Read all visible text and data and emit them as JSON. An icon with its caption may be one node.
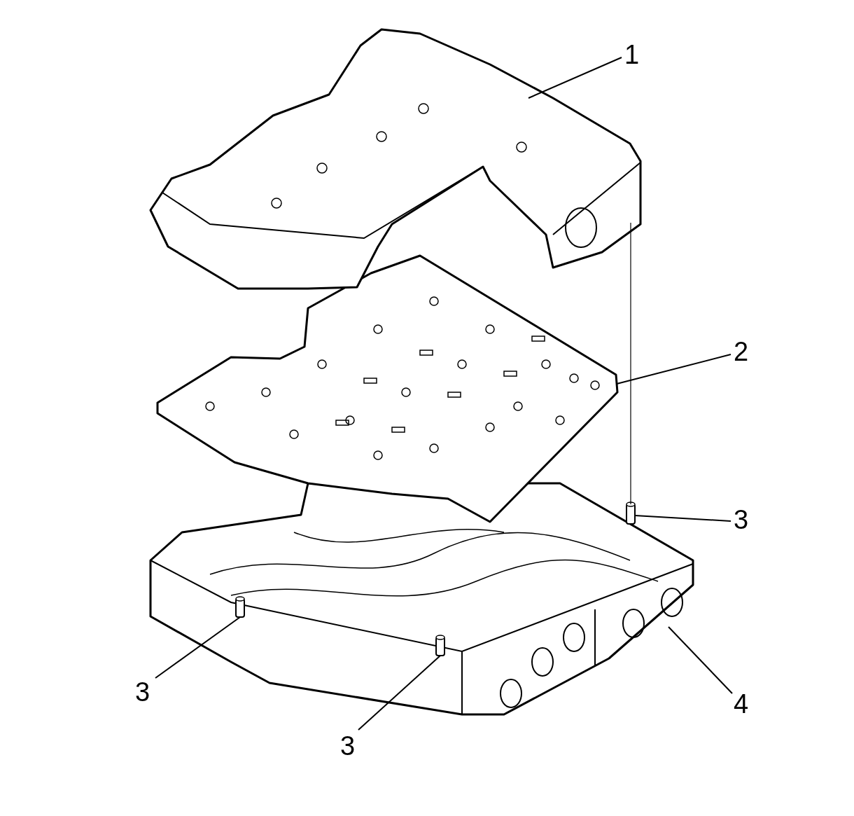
{
  "diagram": {
    "nodes": [
      {
        "text": [
          "1"
        ]
      },
      {
        "text": [
          "2"
        ]
      },
      {
        "text": [
          "3"
        ]
      },
      {
        "text": [
          "3"
        ]
      },
      {
        "text": [
          "3"
        ]
      },
      {
        "text": [
          "4"
        ]
      },
      {
        "text": [],
        "shape": "picture"
      },
      {
        "text": [],
        "shape": "picture"
      },
      {
        "text": [],
        "shape": "cylinder",
        "in": 11
      },
      {
        "text": [],
        "shape": "cylinder",
        "in": 11
      },
      {
        "text": [],
        "shape": "cylinder",
        "in": 11
      },
      {
        "text": [],
        "shape": "picture"
      }
    ],
    "edges": [
      {
        "from": 0,
        "to": 6,
        "arrow": "none"
      },
      {
        "from": 1,
        "to": 7,
        "arrow": "none"
      },
      {
        "from": 2,
        "to": 8,
        "arrow": "none"
      },
      {
        "from": 3,
        "to": 9,
        "arrow": "none"
      },
      {
        "from": 4,
        "to": 10,
        "arrow": "none"
      },
      {
        "from": 5,
        "to": 11,
        "arrow": "none"
      },
      {
        "from": 6,
        "to": 8,
        "arrow": "none"
      }
    ]
  }
}
